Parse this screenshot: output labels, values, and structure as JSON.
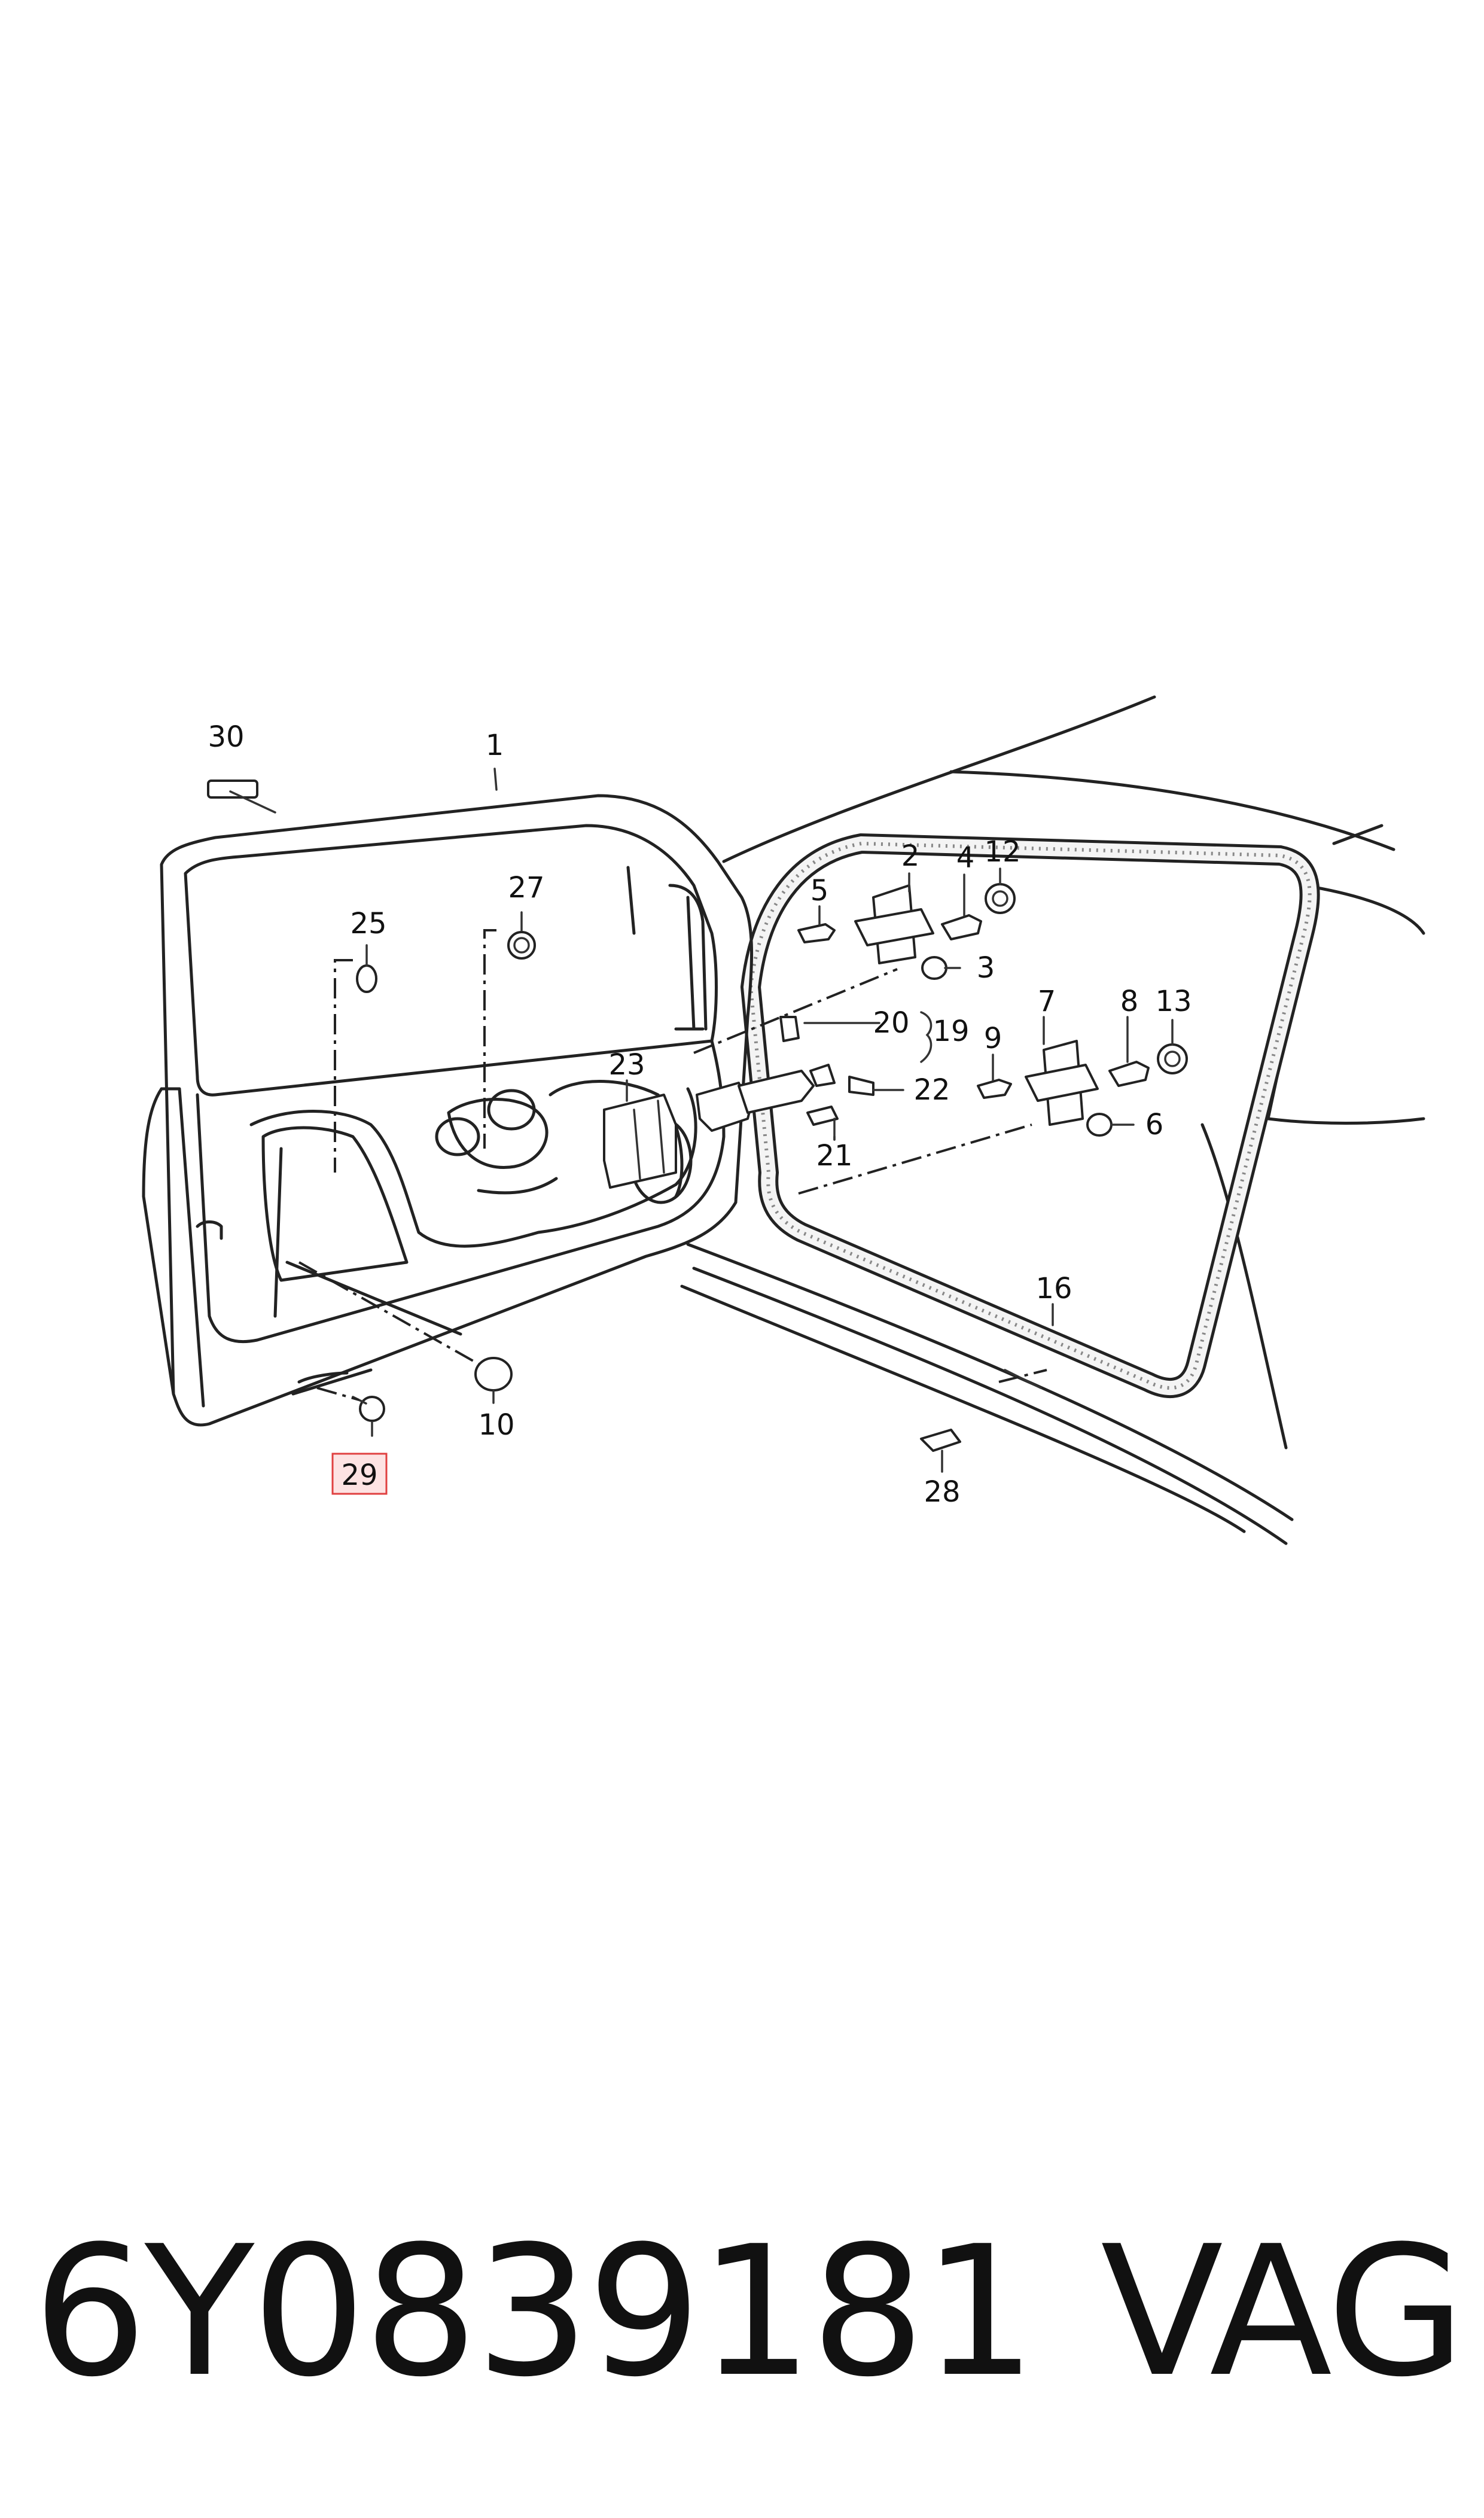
{
  "callouts": {
    "c1": "1",
    "c2": "2",
    "c3": "3",
    "c4": "4",
    "c5": "5",
    "c6": "6",
    "c7": "7",
    "c8": "8",
    "c9": "9",
    "c10": "10",
    "c12": "12",
    "c13": "13",
    "c16": "16",
    "c19": "19",
    "c20": "20",
    "c21": "21",
    "c22": "22",
    "c23": "23",
    "c25": "25",
    "c27": "27",
    "c28": "28",
    "c29": "29",
    "c30": "30"
  },
  "highlighted_callout": "29",
  "highlight_color": "#e04040",
  "highlight_fill": "#fde3e3",
  "footer": {
    "part_number": "6Y0839181",
    "brand": "VAG"
  }
}
